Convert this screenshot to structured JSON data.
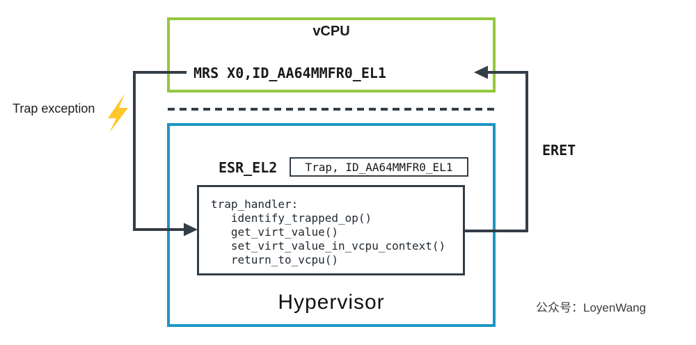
{
  "diagram": {
    "vcpu": {
      "title": "vCPU",
      "instruction": "MRS X0,ID_AA64MMFR0_EL1"
    },
    "hypervisor": {
      "title": "Hypervisor",
      "esr_register": {
        "label": "ESR_EL2",
        "value": "Trap, ID_AA64MMFR0_EL1"
      },
      "trap_handler_code": {
        "lines": [
          "trap_handler:",
          "   identify_trapped_op()",
          "   get_virt_value()",
          "   set_virt_value_in_vcpu_context()",
          "   return_to_vcpu()"
        ]
      }
    },
    "flow": {
      "trap_label": "Trap exception",
      "eret_label": "ERET"
    },
    "icons": {
      "lightning": "lightning-bolt-icon"
    },
    "watermark": "公众号：LoyenWang",
    "colors": {
      "vcpu_border": "#94c83d",
      "hypervisor_border": "#1d96c2",
      "connector": "#333e48",
      "lightning": "#ffc72c",
      "text": "#1a1a1a",
      "watermark_text": "#3c3c3c"
    }
  }
}
